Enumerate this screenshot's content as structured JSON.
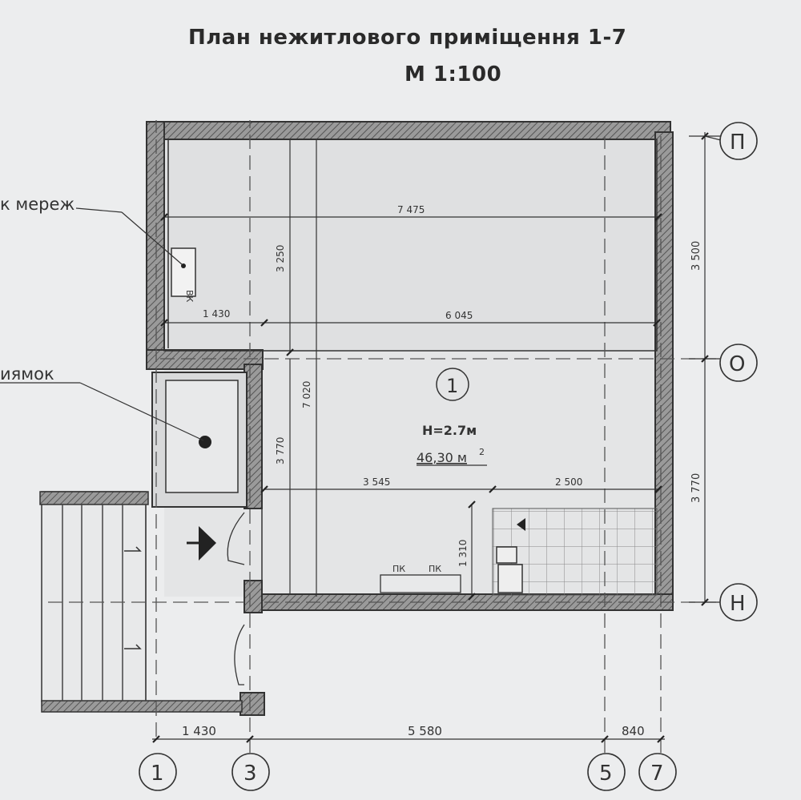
{
  "title": {
    "line1": "План нежитлового приміщення 1-7",
    "line2": "М 1:100"
  },
  "callouts": {
    "networks": "к мереж",
    "pit": "иямок"
  },
  "room": {
    "number": "1",
    "height": "Н=2.7м",
    "area": "46,30 м",
    "area_sup": "2"
  },
  "axes": {
    "horizontal": [
      "П",
      "О",
      "Н"
    ],
    "vertical": [
      "1",
      "3",
      "5",
      "7"
    ]
  },
  "dimensions": {
    "d7475": "7 475",
    "d6045": "6 045",
    "d1430_top": "1 430",
    "d3545": "3 545",
    "d2500": "2 500",
    "d3250": "3 250",
    "d7020": "7 020",
    "d3770_left": "3 770",
    "d1310": "1 310",
    "d3500": "3 500",
    "d3770_right": "3 770",
    "d1430_bottom": "1 430",
    "d5580": "5 580",
    "d840": "840"
  },
  "fixtures": {
    "vk": "ВК",
    "pk1": "ПК",
    "pk2": "ПК"
  }
}
